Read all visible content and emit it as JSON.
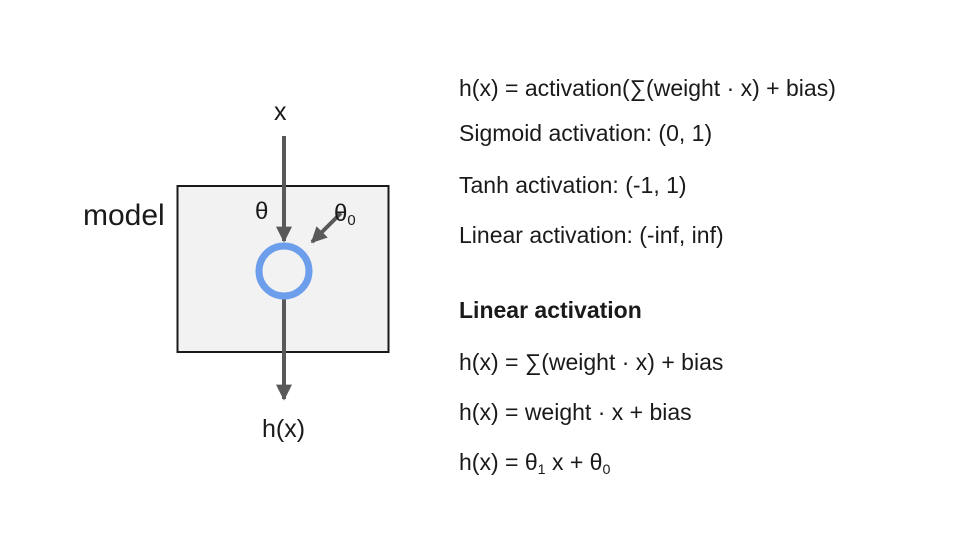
{
  "slide": {
    "background": "#ffffff"
  },
  "diagram": {
    "model_label": "model",
    "input_label": "x",
    "weight_label": "θ",
    "bias_label_base": "θ",
    "bias_label_sub": "0",
    "output_label": "h(x)",
    "colors": {
      "neuron_ring": "#6d9eeb",
      "box_fill": "#f2f2f2",
      "box_border": "#1a1a1a",
      "arrow": "#595959"
    }
  },
  "notes": {
    "general_formula": "h(x) = activation(∑(weight · x) + bias)",
    "sigmoid_range": "Sigmoid activation: (0, 1)",
    "tanh_range": "Tanh activation: (-1, 1)",
    "linear_range": "Linear activation: (-inf, inf)",
    "section_heading": "Linear activation",
    "linear_sum_formula": "h(x) = ∑(weight · x) + bias",
    "linear_weight_formula": "h(x) = weight · x + bias",
    "linear_theta_formula": {
      "part_a": "h(x) = θ",
      "sub_1": "1",
      "part_b": " x + θ",
      "sub_0": "0"
    }
  }
}
